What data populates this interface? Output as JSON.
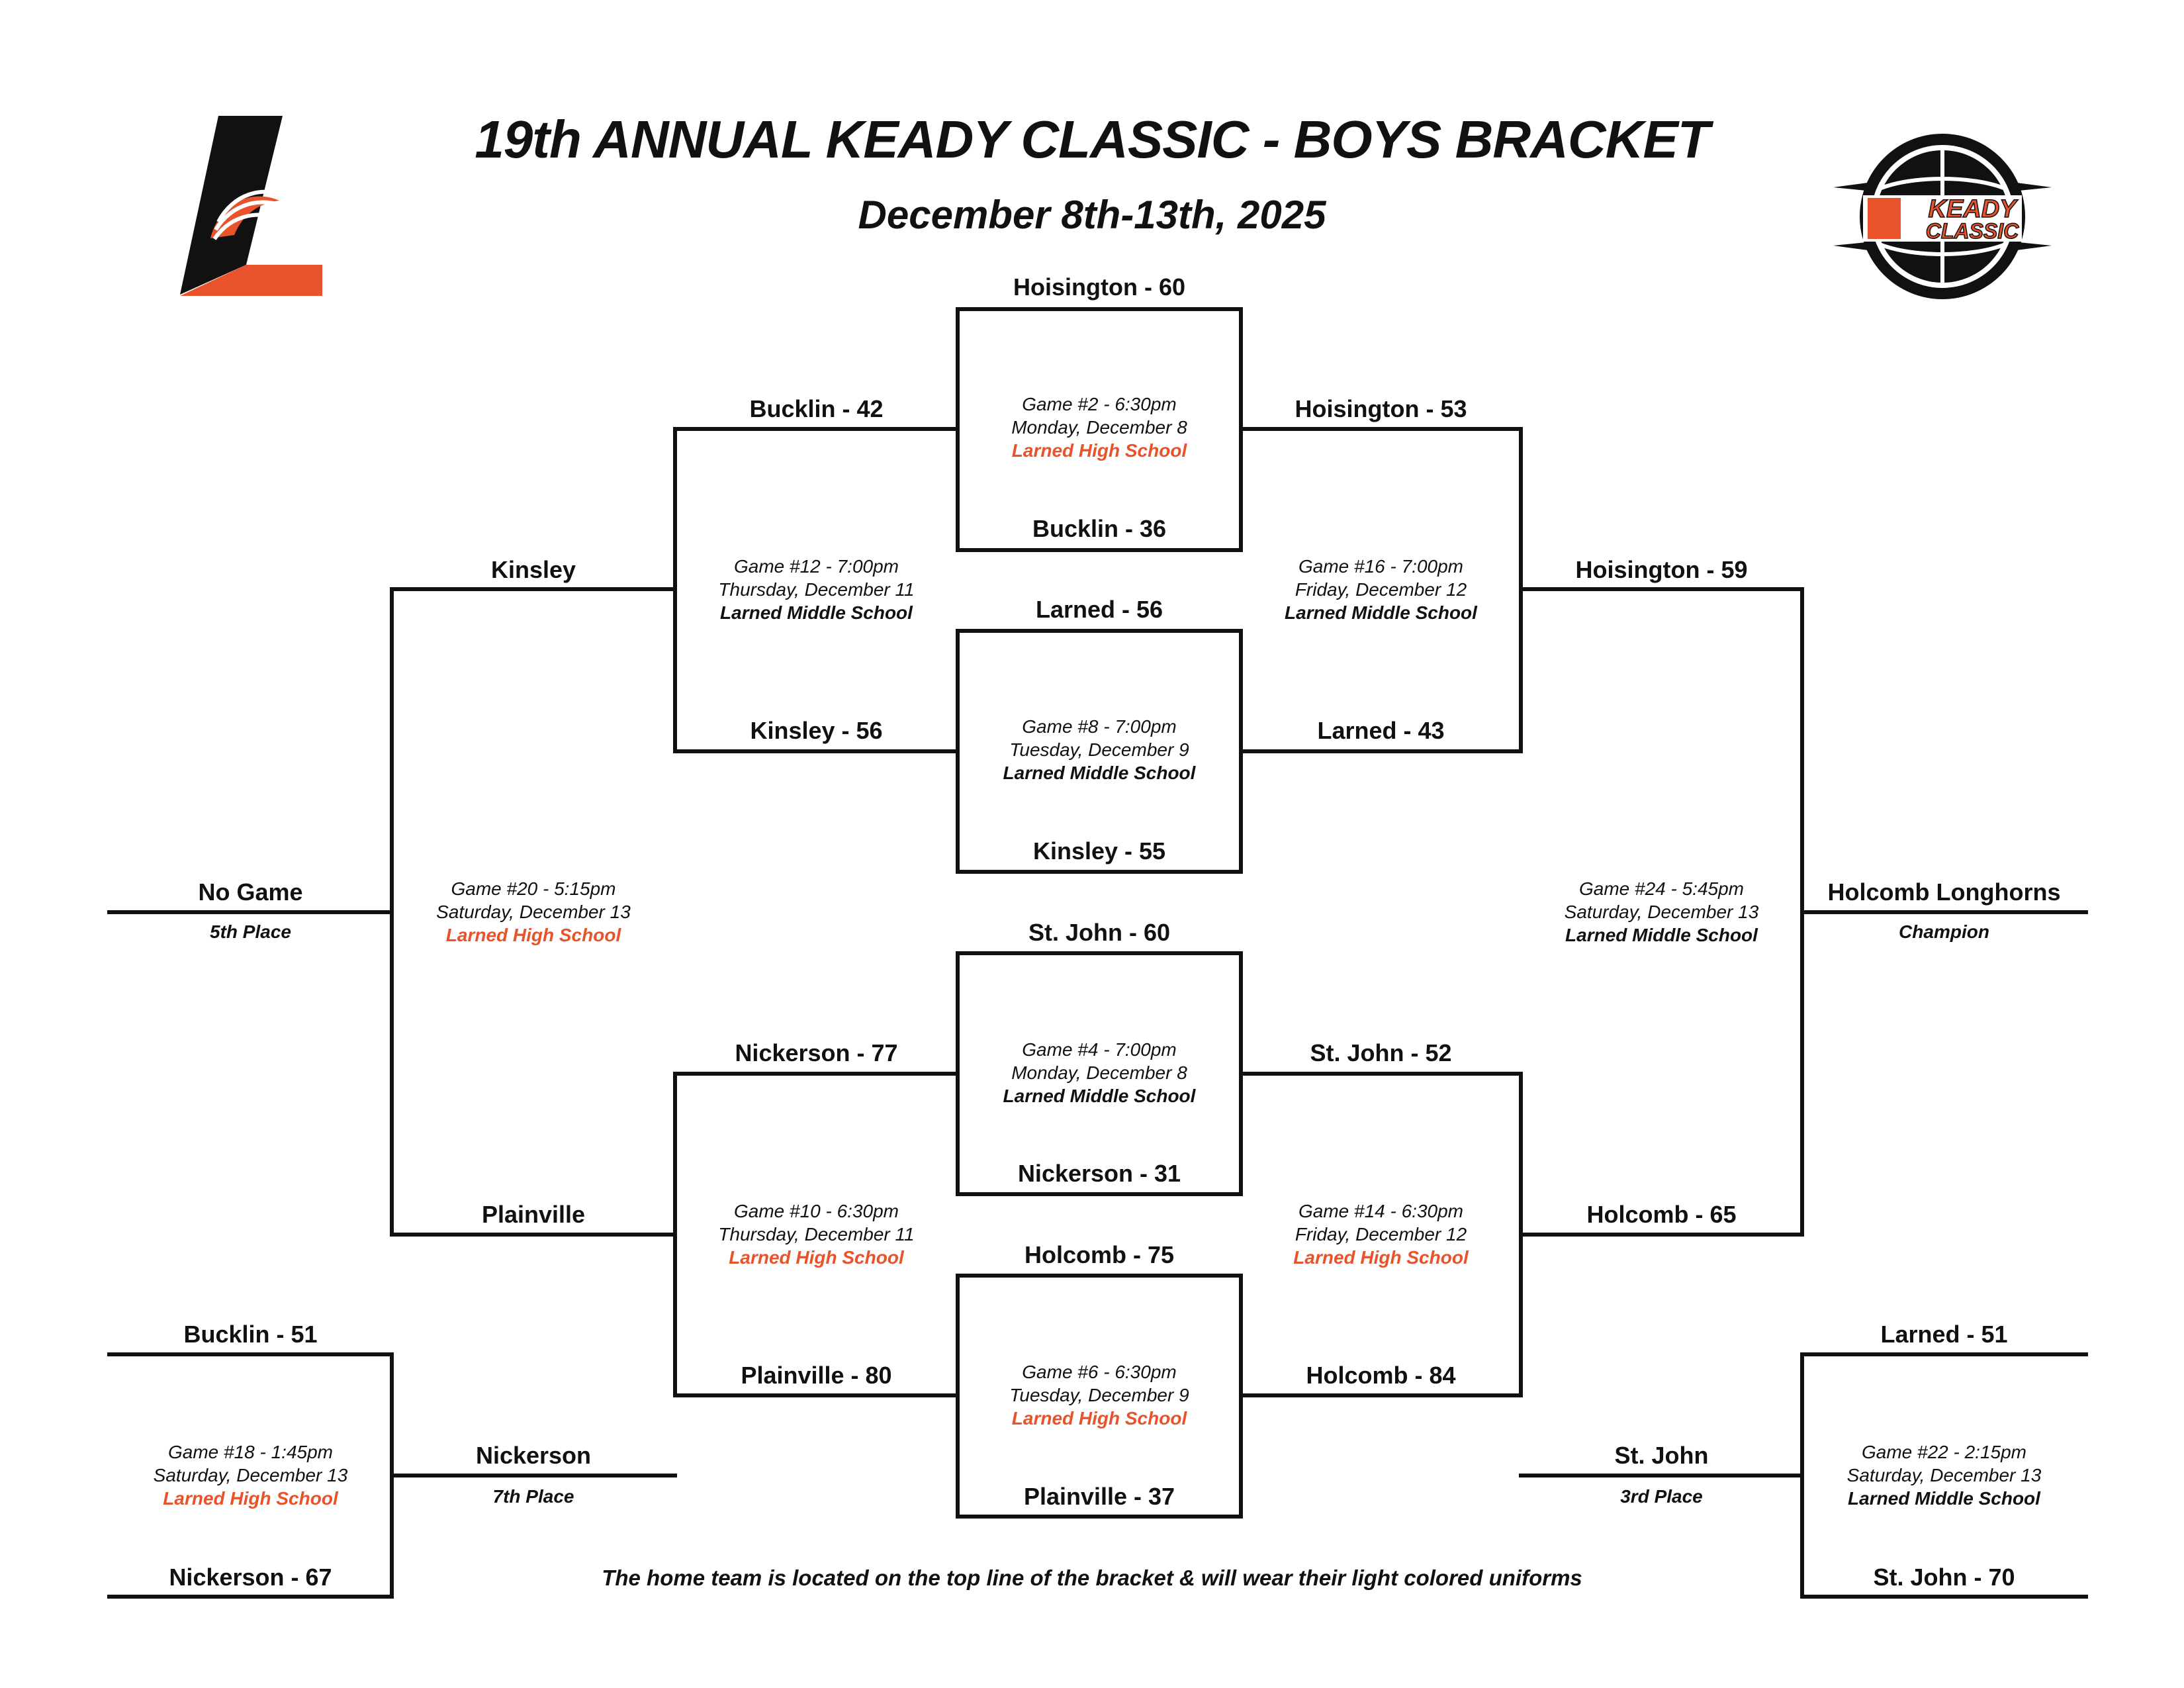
{
  "header": {
    "title": "19th ANNUAL KEADY CLASSIC - BOYS BRACKET",
    "dates": "December 8th-13th, 2025"
  },
  "logos": {
    "left": {
      "icon": "larned-l-logo-icon",
      "colors": [
        "#111111",
        "#e8532b"
      ]
    },
    "right": {
      "icon": "keady-classic-basketball-logo-icon",
      "text_top": "KEADY",
      "text_bottom": "CLASSIC",
      "accent": "#e8532b"
    }
  },
  "teams": {
    "hoisington_60": "Hoisington - 60",
    "bucklin_42": "Bucklin - 42",
    "bucklin_36": "Bucklin - 36",
    "hoisington_53": "Hoisington - 53",
    "kinsley": "Kinsley",
    "hoisington_59": "Hoisington - 59",
    "larned_56": "Larned - 56",
    "kinsley_56": "Kinsley - 56",
    "larned_43": "Larned - 43",
    "kinsley_55": "Kinsley - 55",
    "no_game": "No Game",
    "holcomb_longhorns": "Holcomb Longhorns",
    "st_john_60": "St. John - 60",
    "nickerson_77": "Nickerson - 77",
    "st_john_52": "St. John - 52",
    "nickerson_31": "Nickerson - 31",
    "plainville": "Plainville",
    "holcomb_65": "Holcomb - 65",
    "holcomb_75": "Holcomb - 75",
    "bucklin_51": "Bucklin - 51",
    "larned_51": "Larned - 51",
    "plainville_80": "Plainville - 80",
    "holcomb_84": "Holcomb - 84",
    "nickerson": "Nickerson",
    "st_john": "St. John",
    "plainville_37": "Plainville - 37",
    "nickerson_67": "Nickerson - 67",
    "st_john_70": "St. John - 70"
  },
  "places": {
    "fifth": "5th Place",
    "champion": "Champion",
    "seventh": "7th Place",
    "third": "3rd Place"
  },
  "games": {
    "g2": {
      "line1": "Game #2 - 6:30pm",
      "line2": "Monday, December 8",
      "location": "Larned High School"
    },
    "g12": {
      "line1": "Game #12 - 7:00pm",
      "line2": "Thursday, December 11",
      "location": "Larned Middle School"
    },
    "g16": {
      "line1": "Game #16 - 7:00pm",
      "line2": "Friday, December 12",
      "location": "Larned Middle School"
    },
    "g8": {
      "line1": "Game #8 - 7:00pm",
      "line2": "Tuesday, December 9",
      "location": "Larned Middle School"
    },
    "g20": {
      "line1": "Game #20 - 5:15pm",
      "line2": "Saturday, December 13",
      "location": "Larned High School"
    },
    "g24": {
      "line1": "Game #24 - 5:45pm",
      "line2": "Saturday, December 13",
      "location": "Larned Middle School"
    },
    "g4": {
      "line1": "Game #4 - 7:00pm",
      "line2": "Monday, December 8",
      "location": "Larned Middle School"
    },
    "g10": {
      "line1": "Game #10 - 6:30pm",
      "line2": "Thursday, December 11",
      "location": "Larned High School"
    },
    "g14": {
      "line1": "Game #14 - 6:30pm",
      "line2": "Friday, December 12",
      "location": "Larned High School"
    },
    "g6": {
      "line1": "Game #6 - 6:30pm",
      "line2": "Tuesday, December 9",
      "location": "Larned High School"
    },
    "g18": {
      "line1": "Game #18 - 1:45pm",
      "line2": "Saturday, December 13",
      "location": "Larned High School"
    },
    "g22": {
      "line1": "Game #22 - 2:15pm",
      "line2": "Saturday, December 13",
      "location": "Larned Middle School"
    }
  },
  "footer_note": "The home team is located on the top line of the bracket & will wear their light colored uniforms",
  "colors": {
    "line": "#111111",
    "high_school": "#e8532b",
    "middle_school": "#111111"
  }
}
